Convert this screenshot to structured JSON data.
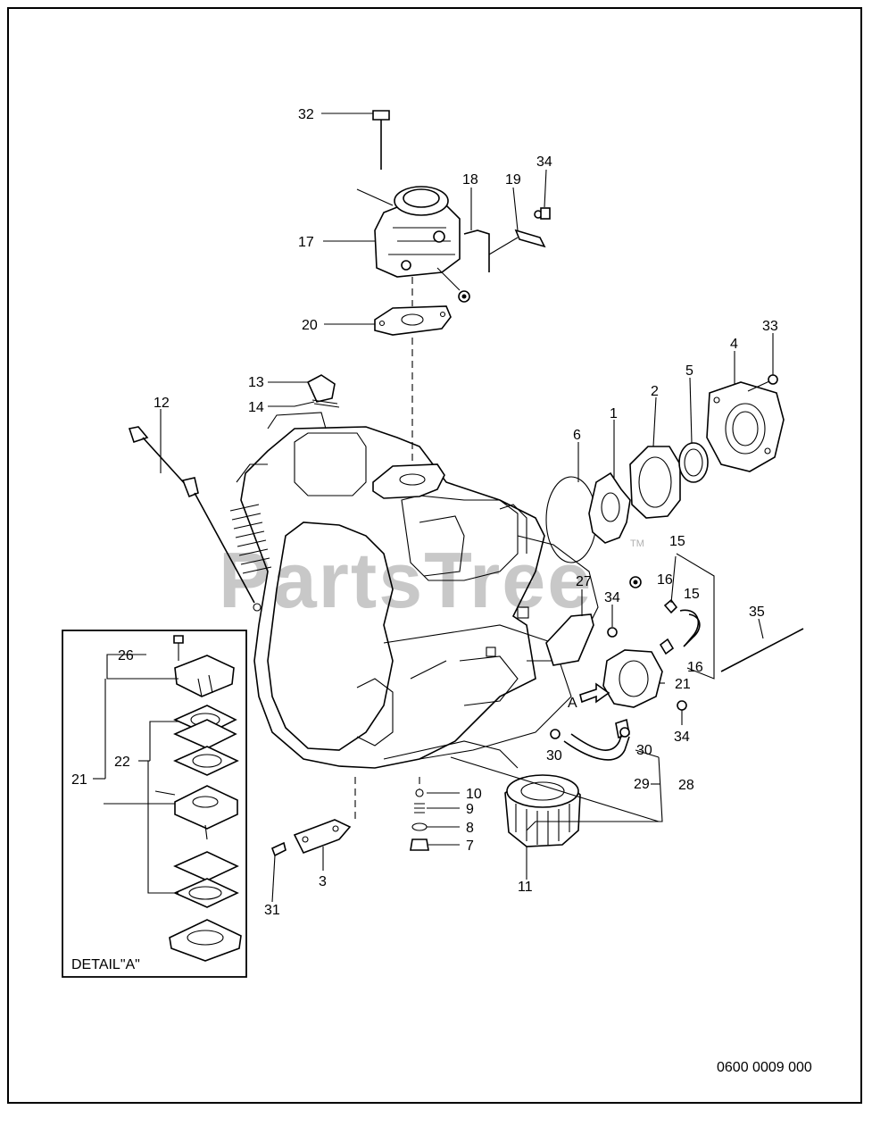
{
  "watermark": "PartsTree",
  "trademark": "TM",
  "detail_label": "DETAIL\"A\"",
  "arrow_a_label": "A",
  "drawing_number": "0600 0009 000",
  "callouts": {
    "c1": "1",
    "c2": "2",
    "c3": "3",
    "c4": "4",
    "c5": "5",
    "c6": "6",
    "c7": "7",
    "c8": "8",
    "c9": "9",
    "c10": "10",
    "c11": "11",
    "c12": "12",
    "c13": "13",
    "c14": "14",
    "c15a": "15",
    "c15b": "15",
    "c16a": "16",
    "c16b": "16",
    "c17": "17",
    "c18": "18",
    "c19": "19",
    "c20": "20",
    "c21": "21",
    "c21d": "21",
    "c22": "22",
    "c26": "26",
    "c27": "27",
    "c28": "28",
    "c29": "29",
    "c30a": "30",
    "c30b": "30",
    "c31": "31",
    "c32": "32",
    "c33": "33",
    "c34a": "34",
    "c34b": "34",
    "c34c": "34",
    "c35": "35"
  }
}
